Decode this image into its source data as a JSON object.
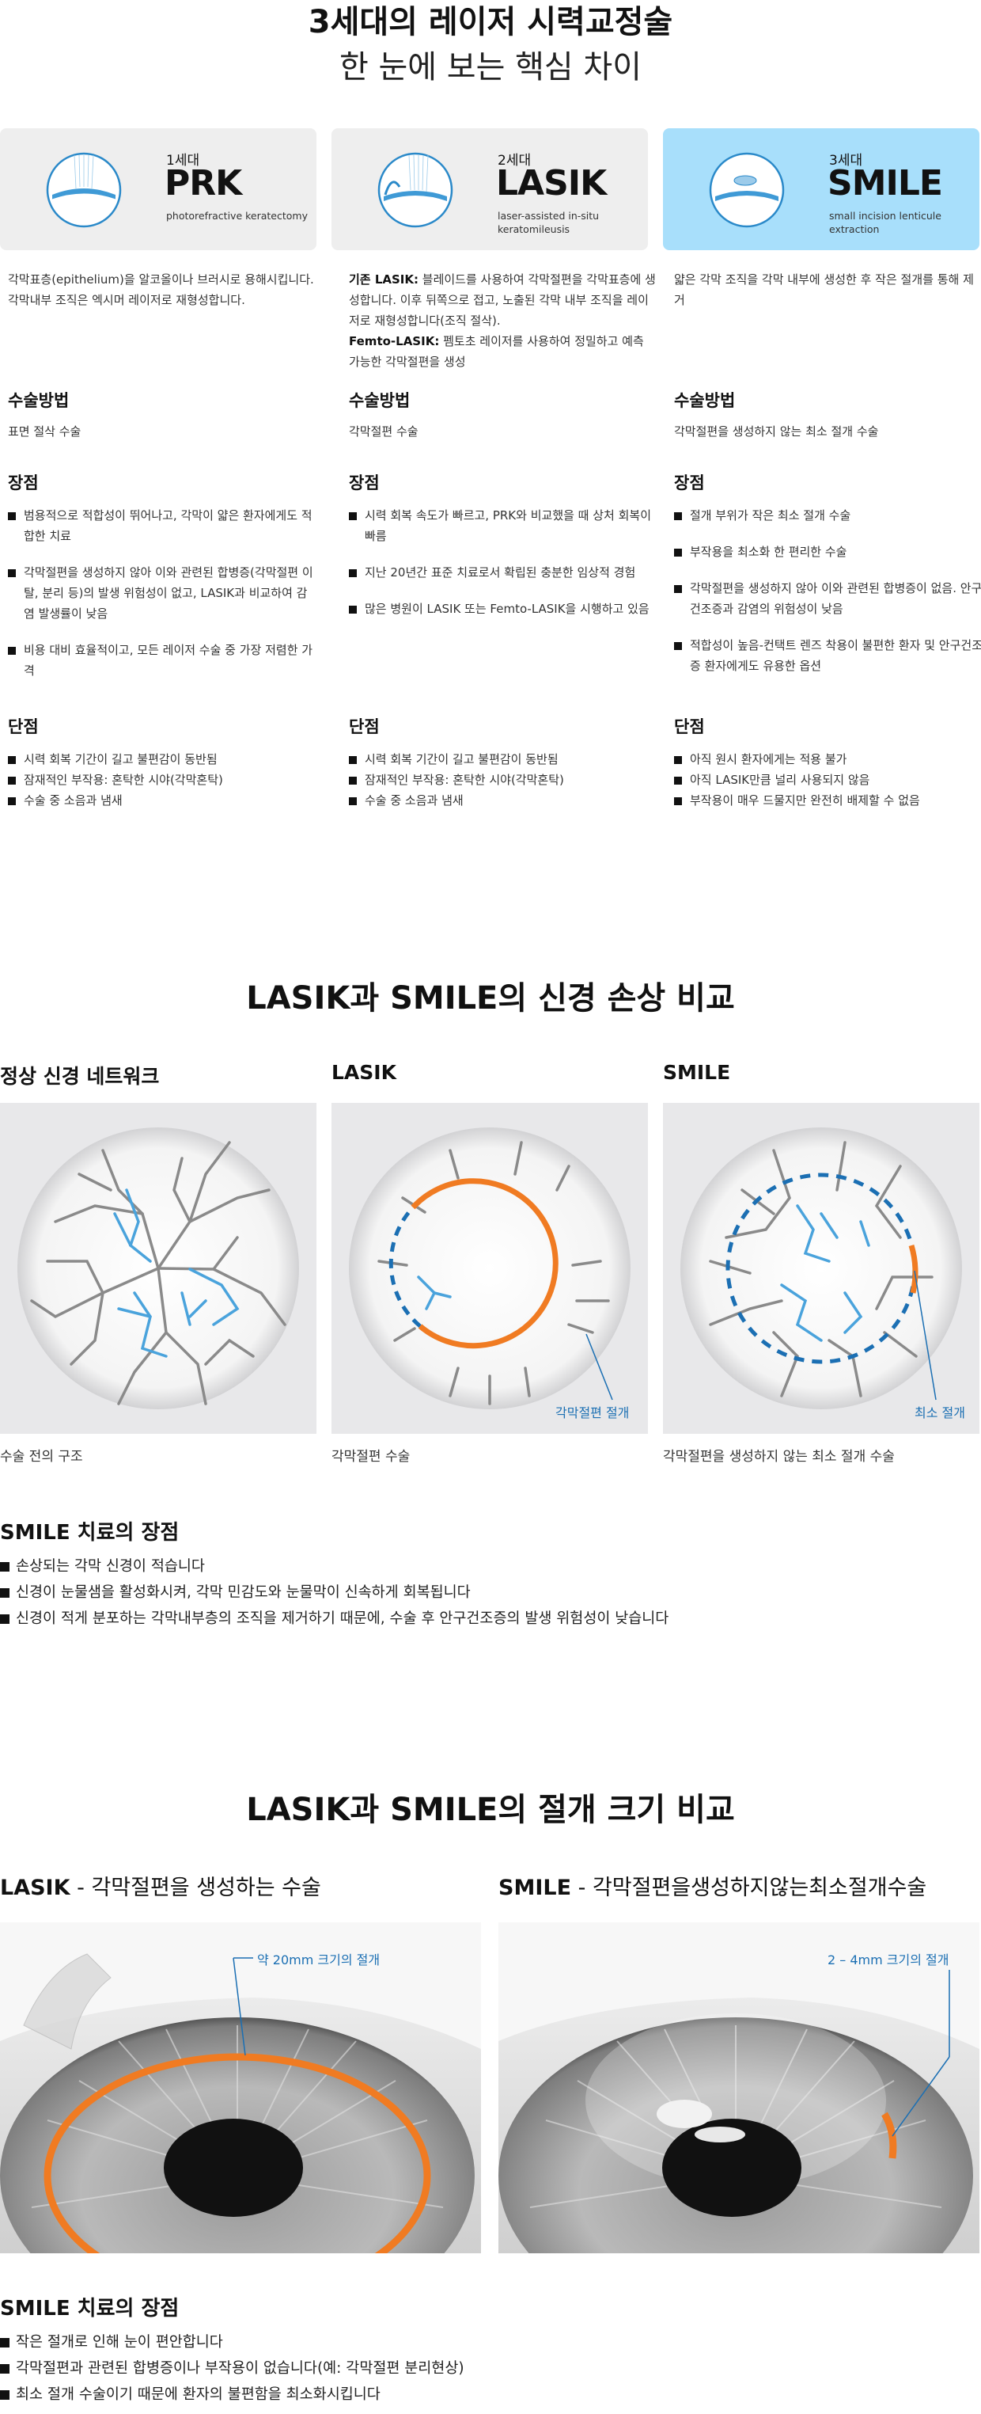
{
  "hero": {
    "title_line1": "3세대의 레이저 시력교정술",
    "title_line2": "한 눈에 보는 핵심 차이"
  },
  "generations": [
    {
      "num": "1세대",
      "name": "PRK",
      "subtitle": "photorefractive keratectomy",
      "description": "각막표층(epithelium)을 알코올이나 브러시로 용해시킵니다. 각막내부 조직은 엑시머 레이저로 재형성합니다.",
      "method_heading": "수술방법",
      "method": "표면 절삭 수술",
      "pros_heading": "장점",
      "pros": [
        "범용적으로 적합성이 뛰어나고, 각막이 얇은 환자에게도 적합한 치료",
        "각막절편을 생성하지 않아 이와 관련된 합병증(각막절편 이탈, 분리 등)의 발생 위험성이 없고, LASIK과 비교하여 감염 발생률이 낮음",
        "비용 대비 효율적이고, 모든 레이저 수술 중 가장 저렴한 가격"
      ],
      "cons_heading": "단점",
      "cons": [
        "시력 회복 기간이 길고 불편감이 동반됨",
        "잠재적인 부작용: 혼탁한 시야(각막혼탁)",
        "수술 중 소음과 냄새"
      ]
    },
    {
      "num": "2세대",
      "name": "LASIK",
      "subtitle": "laser-assisted in-situ keratomileusis",
      "description_b1": "기존 LASIK:",
      "description_t1": " 블레이드를 사용하여 각막절편을 각막표층에 생성합니다. 이후 뒤쪽으로 접고, 노출된 각막 내부 조직을 레이저로 재형성합니다(조직 절삭).",
      "description_b2": "Femto-LASIK:",
      "description_t2": " 펨토초 레이저를 사용하여 정밀하고 예측 가능한 각막절편을 생성",
      "method_heading": "수술방법",
      "method": "각막절편 수술",
      "pros_heading": "장점",
      "pros": [
        "시력 회복 속도가 빠르고, PRK와 비교했을 때 상처 회복이 빠름",
        "지난 20년간 표준 치료로서 확립된 충분한 임상적 경험",
        "많은 병원이 LASIK 또는 Femto-LASIK을 시행하고 있음"
      ],
      "cons_heading": "단점",
      "cons": [
        "시력 회복 기간이 길고 불편감이 동반됨",
        "잠재적인 부작용: 혼탁한 시야(각막혼탁)",
        "수술 중 소음과 냄새"
      ]
    },
    {
      "num": "3세대",
      "name": "SMILE",
      "subtitle": "small incision lenticule extraction",
      "description": "얇은 각막 조직을 각막 내부에 생성한 후 작은 절개를 통해 제거",
      "method_heading": "수술방법",
      "method": "각막절편을 생성하지 않는 최소 절개 수술",
      "pros_heading": "장점",
      "pros": [
        "절개 부위가 작은 최소 절개 수술",
        "부작용을 최소화 한 편리한 수술",
        "각막절편을 생성하지 않아 이와 관련된 합병증이 없음. 안구건조증과 감염의 위험성이 낮음",
        "적합성이 높음-컨택트 렌즈 착용이 불편한 환자 및 안구건조증 환자에게도 유용한 옵션"
      ],
      "cons_heading": "단점",
      "cons": [
        "아직 원시 환자에게는 적용 불가",
        "아직 LASIK만큼 널리 사용되지 않음",
        "부작용이 매우 드물지만 완전히 배제할 수 없음"
      ]
    }
  ],
  "nerve": {
    "title": "LASIK과 SMILE의 신경 손상 비교",
    "panels": [
      {
        "label": "정상 신경 네트워크",
        "caption": "수술 전의 구조",
        "callout": ""
      },
      {
        "label": "LASIK",
        "caption": "각막절편 수술",
        "callout": "각막절편 절개"
      },
      {
        "label": "SMILE",
        "caption": "각막절편을 생성하지 않는 최소 절개 수술",
        "callout": "최소 절개"
      }
    ],
    "adv_title": "SMILE 치료의 장점",
    "advantages": [
      "손상되는 각막 신경이 적습니다",
      "신경이 눈물샘을 활성화시켜, 각막 민감도와 눈물막이 신속하게 회복됩니다",
      "신경이 적게 분포하는 각막내부층의 조직을 제거하기 때문에, 수술 후 안구건조증의 발생 위험성이 낮습니다"
    ]
  },
  "cut": {
    "title": "LASIK과 SMILE의 절개 크기 비교",
    "panels": [
      {
        "name": "LASIK",
        "dash": " - ",
        "label": "각막절편을 생성하는 수술",
        "callout": "약 20mm 크기의 절개"
      },
      {
        "name": "SMILE",
        "dash": " - ",
        "label": "각막절편을생성하지않는최소절개수술",
        "callout": "2 – 4mm 크기의 절개"
      }
    ],
    "adv_title": "SMILE 치료의 장점",
    "advantages": [
      "작은 절개로 인해 눈이 편안합니다",
      "각막절편과 관련된 합병증이나 부작용이 없습니다(예: 각막절편 분리현상)",
      "최소 절개 수술이기 때문에 환자의 불편함을 최소화시킵니다"
    ]
  },
  "colors": {
    "accent_blue": "#1b6fb3",
    "nerve_blue": "#4aa3dc",
    "incision_orange": "#f07b22",
    "active_card": "#a8dffb"
  }
}
